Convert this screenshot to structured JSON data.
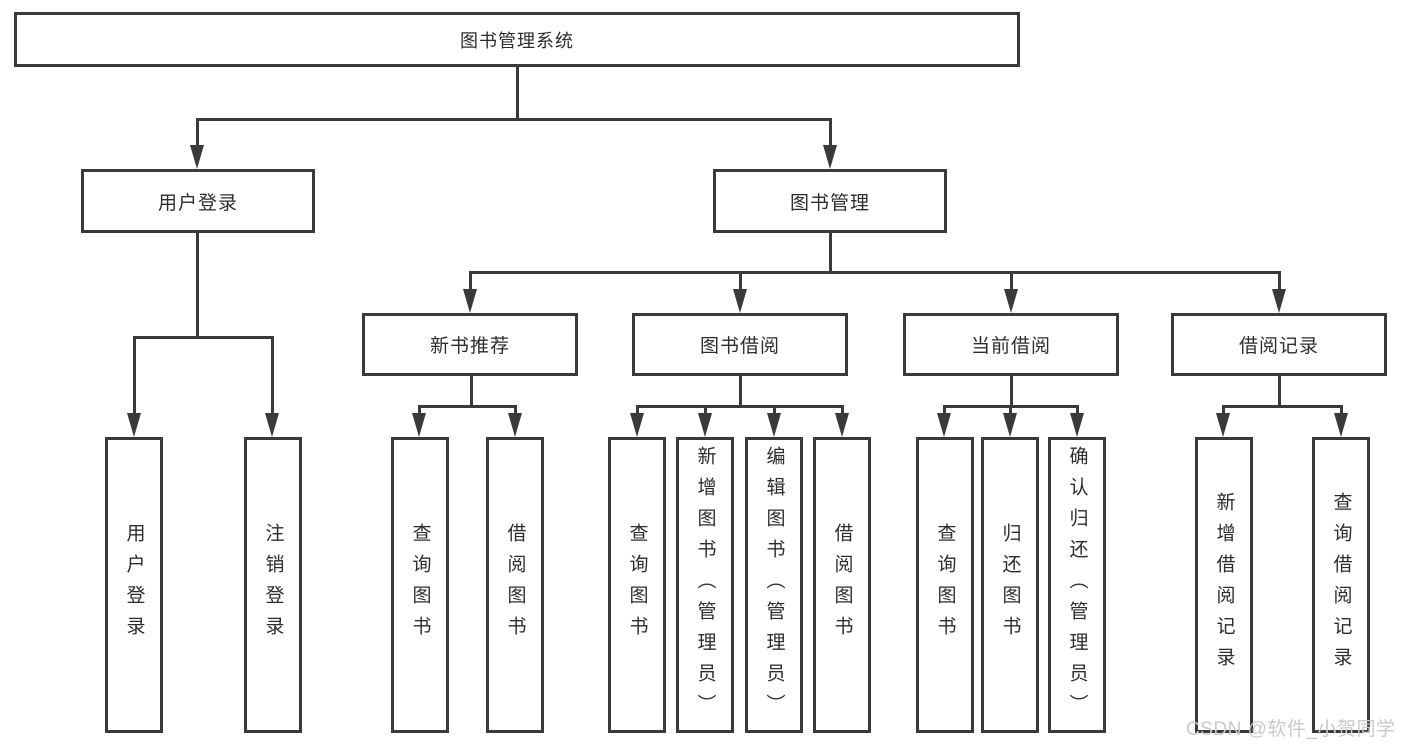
{
  "diagram": {
    "type": "tree-diagram",
    "title": "图书管理系统"
  },
  "colors": {
    "background": "#ffffff",
    "line": "#3a3a3a",
    "box_border": "#3a3a3a",
    "text": "#2d2d2d",
    "watermark": "#c9c9c9"
  },
  "tree": {
    "root": {
      "label": "图书管理系统"
    },
    "level2": [
      {
        "label": "用户登录"
      },
      {
        "label": "图书管理"
      }
    ],
    "level3": [
      {
        "label": "新书推荐"
      },
      {
        "label": "图书借阅"
      },
      {
        "label": "当前借阅"
      },
      {
        "label": "借阅记录"
      }
    ],
    "leaves": {
      "user_login": [
        "用户登录",
        "注销登录"
      ],
      "new_books": [
        "查询图书",
        "借阅图书"
      ],
      "book_borrow": [
        "查询图书",
        "新增图书（管理员）",
        "编辑图书（管理员）",
        "借阅图书"
      ],
      "current_borrow": [
        "查询图书",
        "归还图书",
        "确认归还（管理员）"
      ],
      "borrow_records": [
        "新增借阅记录",
        "查询借阅记录"
      ]
    }
  },
  "watermark": {
    "text": "CSDN @软件_小贺同学"
  }
}
